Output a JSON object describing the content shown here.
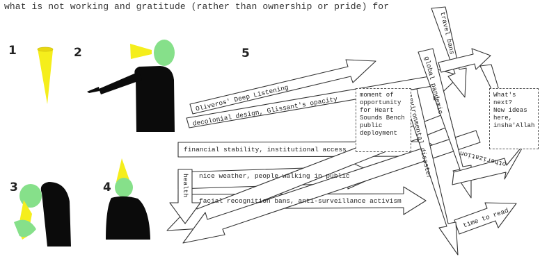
{
  "header": {
    "top_text": "what is not working and gratitude (rather than ownership or pride) for"
  },
  "figures": [
    {
      "number": "1",
      "depicts": "yellow cone"
    },
    {
      "number": "2",
      "depicts": "person pointing with yellow cone held to eye"
    },
    {
      "number": "3",
      "depicts": "person bowing holding yellow cone to face"
    },
    {
      "number": "4",
      "depicts": "person wearing yellow cone as hat"
    }
  ],
  "diagram": {
    "number": "5",
    "arrow_labels": {
      "oliveros": "Oliveros' Deep Listening",
      "decolonial": "decolonial design, Glissant's opacity",
      "financial": "financial stability, institutional access",
      "weather": "nice weather, people walking in public",
      "facial": "facial recognition bans, anti-surveillance activism",
      "health": "health",
      "travel": "travel bans",
      "pandemic": "global pandemic",
      "environmental": "environmental disaster",
      "otherization": "otherization",
      "time": "time to read"
    },
    "notes": {
      "moment": "moment of\nopportunity\nfor Heart\nSounds Bench\npublic\ndeployment",
      "next": "What's next?\nNew ideas\nhere,\ninsha'Allah"
    }
  },
  "colors": {
    "skin": "#86e08a",
    "cone": "#f5ee1c",
    "body": "#0b0b0b",
    "arrow_stroke": "#333333"
  }
}
